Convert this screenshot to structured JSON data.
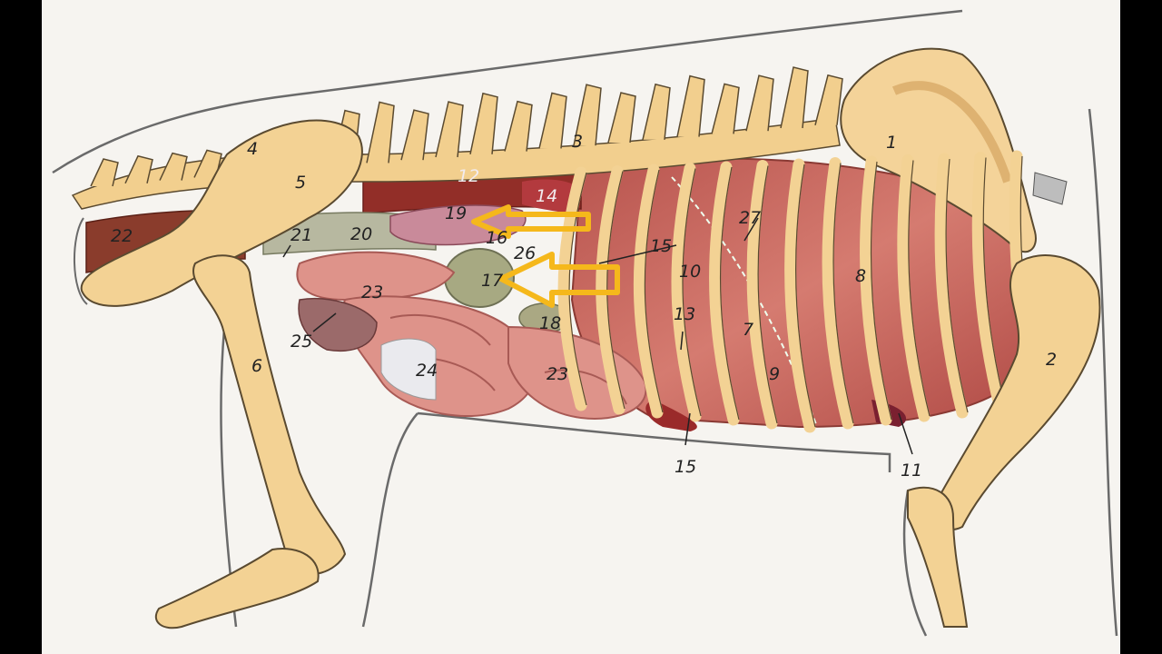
{
  "colors": {
    "background": "#000000",
    "paper": "#f6f4f0",
    "bone": "#f2cf8e",
    "bone_shadow": "#dba65a",
    "lung": "#c96a61",
    "intestine": "#dc8f86",
    "spleen_kidney": "#a8ab84",
    "muscle": "#8f2a24",
    "arrow": "#f5b81b"
  },
  "icons": [
    "arrow-left-icon",
    "arrow-left-icon"
  ],
  "labels": {
    "l1": "1",
    "l2": "2",
    "l3": "3",
    "l4": "4",
    "l5": "5",
    "l6": "6",
    "l7": "7",
    "l8": "8",
    "l9": "9",
    "l10": "10",
    "l11": "11",
    "l12": "12",
    "l13": "13",
    "l14": "14",
    "l15a": "15",
    "l15b": "15",
    "l16": "16",
    "l17": "17",
    "l18": "18",
    "l19": "19",
    "l20": "20",
    "l21": "21",
    "l22": "22",
    "l23a": "23",
    "l23b": "23",
    "l24": "24",
    "l25": "25",
    "l26": "26",
    "l27": "27"
  }
}
